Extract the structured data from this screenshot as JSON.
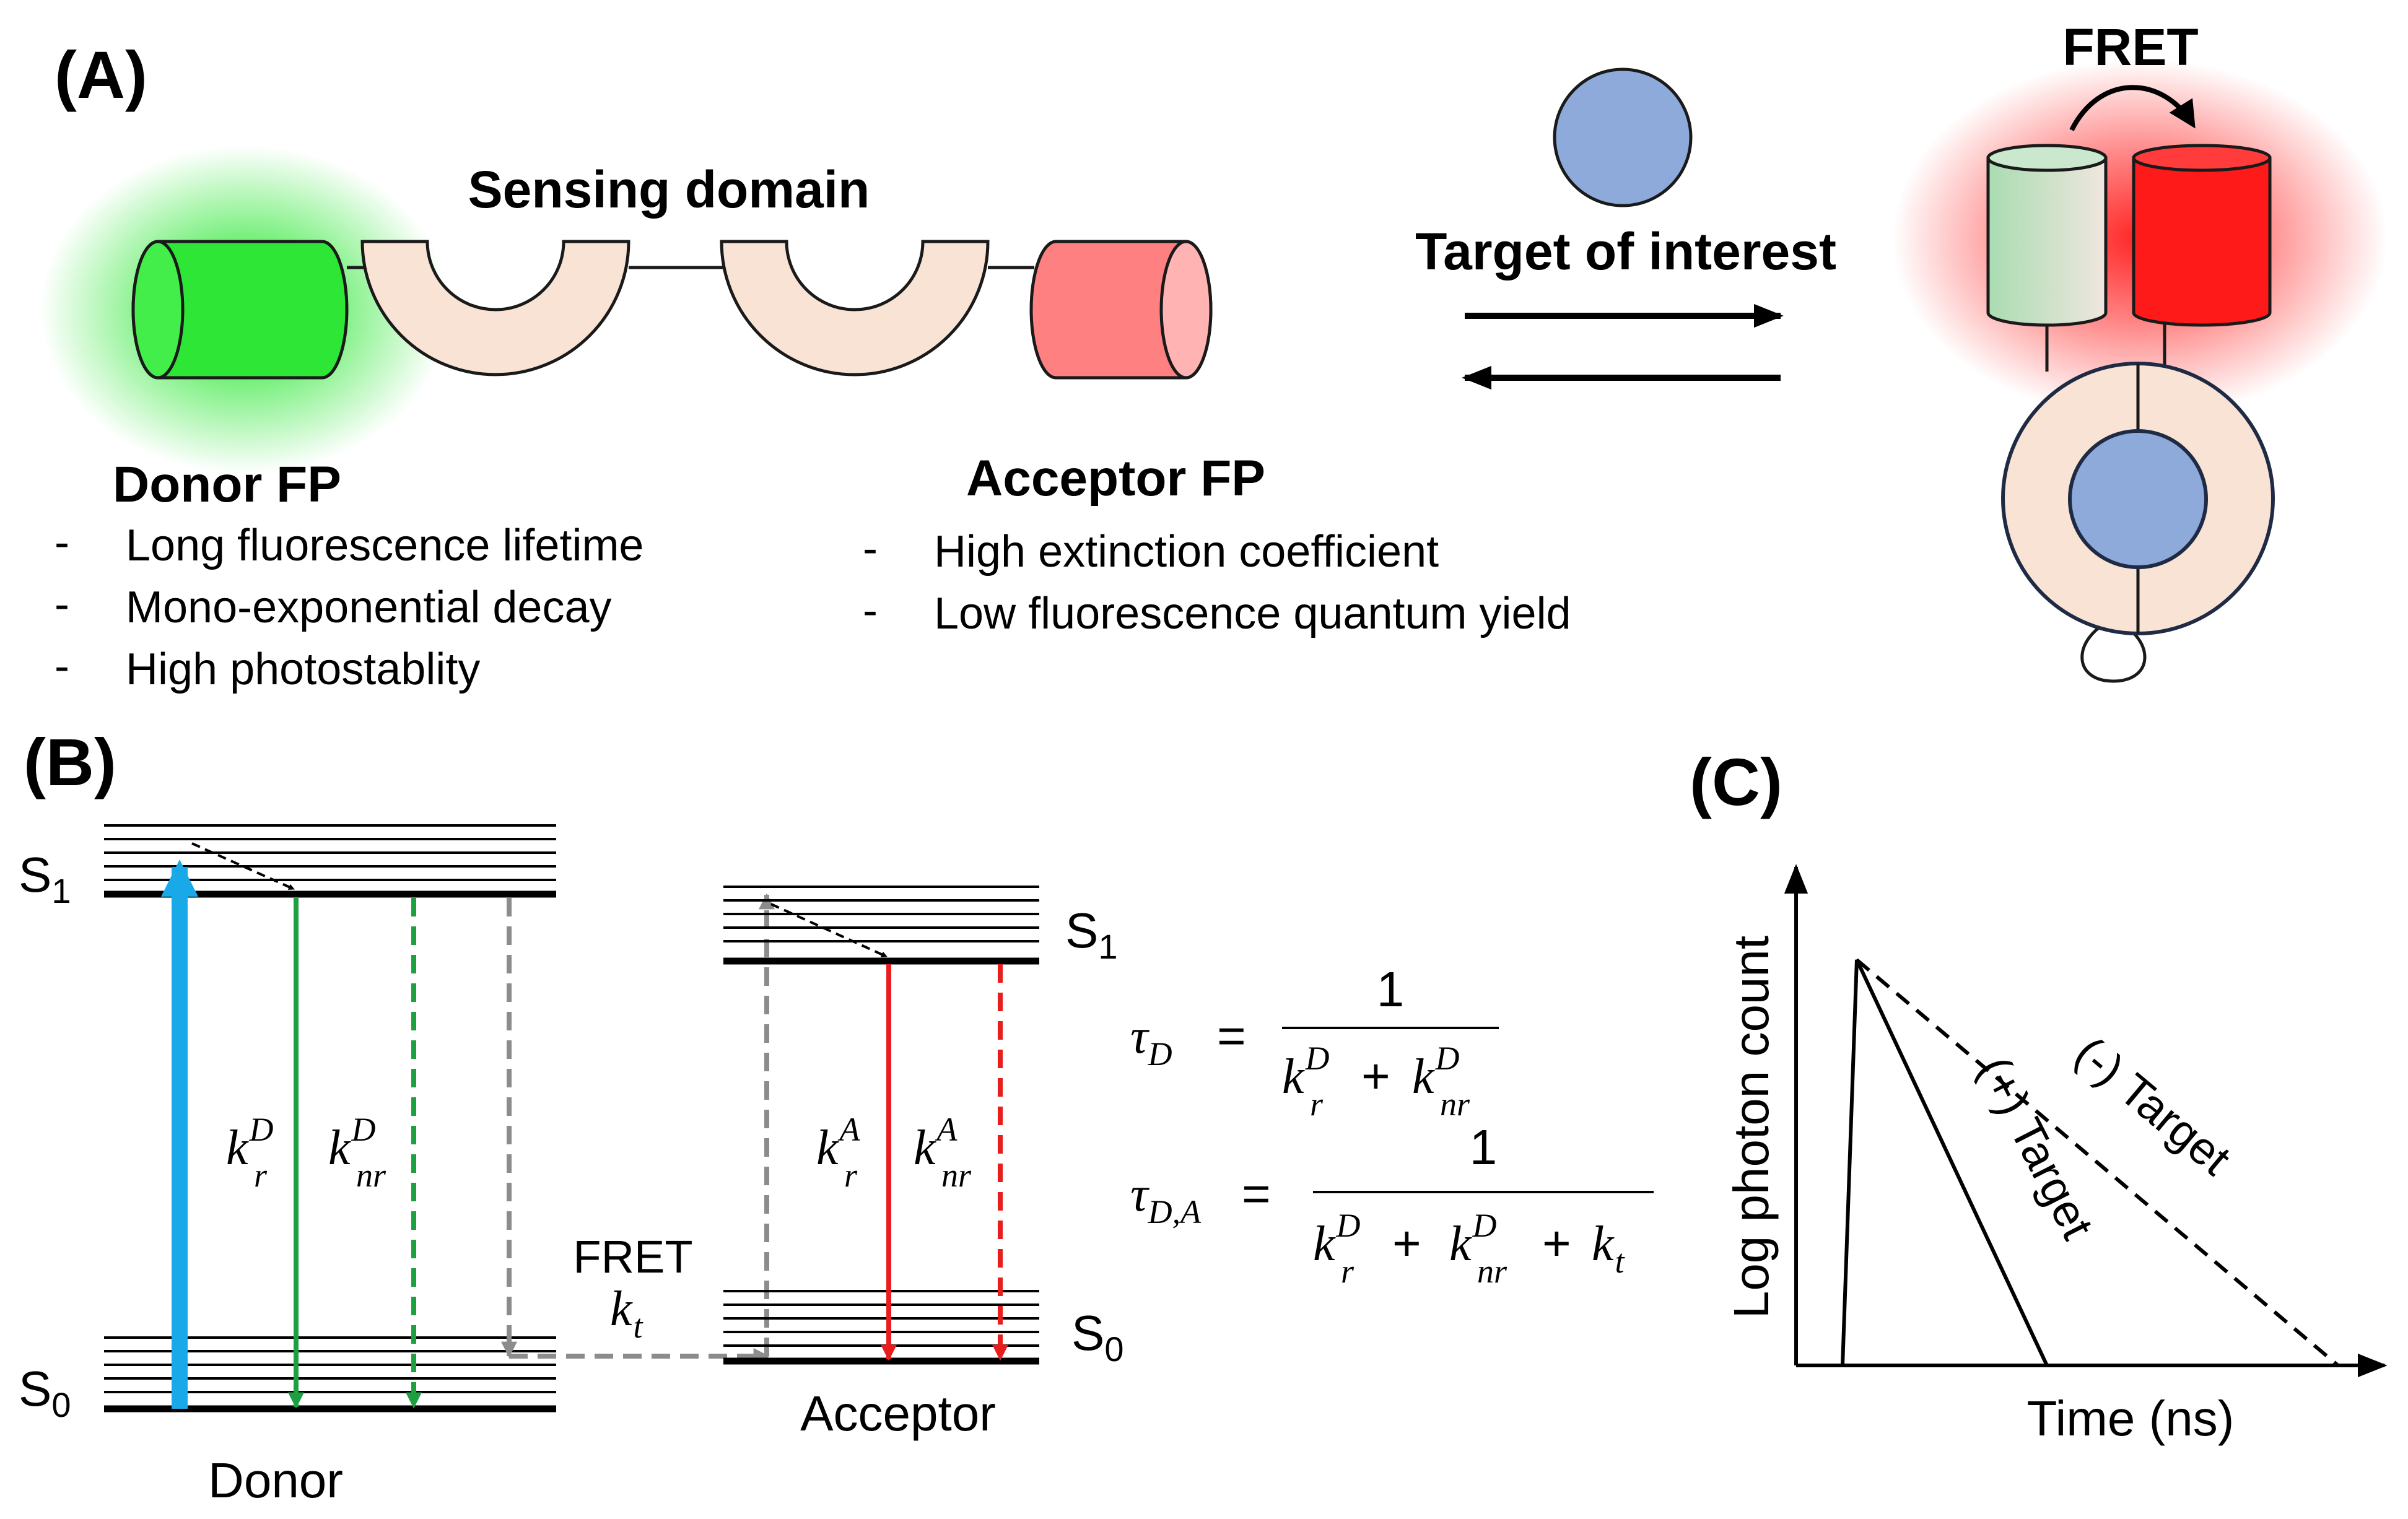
{
  "panel_a": {
    "label": "(A)",
    "sensing_domain": "Sensing domain",
    "target": "Target of interest",
    "fret": "FRET",
    "donor": {
      "title": "Donor FP",
      "bullet": "-",
      "items": [
        "Long fluorescence lifetime",
        "Mono-exponential decay",
        "High photostablity"
      ]
    },
    "acceptor": {
      "title": "Acceptor FP",
      "bullet": "-",
      "items": [
        "High extinction coefficient",
        "Low fluorescence quantum yield"
      ]
    }
  },
  "panel_b": {
    "label": "(B)",
    "s1": "S",
    "s0": "S",
    "sub1": "1",
    "sub0": "0",
    "donor": "Donor",
    "acceptor": "Acceptor",
    "fret": "FRET",
    "k": "k",
    "kt_sub": "t",
    "sup_d": "D",
    "sup_a": "A",
    "sub_r": "r",
    "sub_nr": "nr",
    "tau": "τ",
    "tau_d_sub": "D",
    "tau_da_sub": "D,A",
    "eq": "=",
    "one": "1",
    "plus": "+"
  },
  "panel_c": {
    "label": "(C)",
    "ylabel": "Log photon count",
    "xlabel": "Time (ns)",
    "plus_target": "(+) Target",
    "minus_target": "(-) Target"
  },
  "colors": {
    "donor_green": "#22e62a",
    "acceptor_red": "#ff1a1a",
    "acceptor_pink": "#ff8080",
    "domain_beige": "#f8e3d4",
    "target_blue": "#8eaadb",
    "excitation_blue": "#1aa9e8",
    "radiative_green": "#1fa040",
    "fret_gray": "#8c8c8c",
    "radiative_red": "#e81e1e"
  }
}
